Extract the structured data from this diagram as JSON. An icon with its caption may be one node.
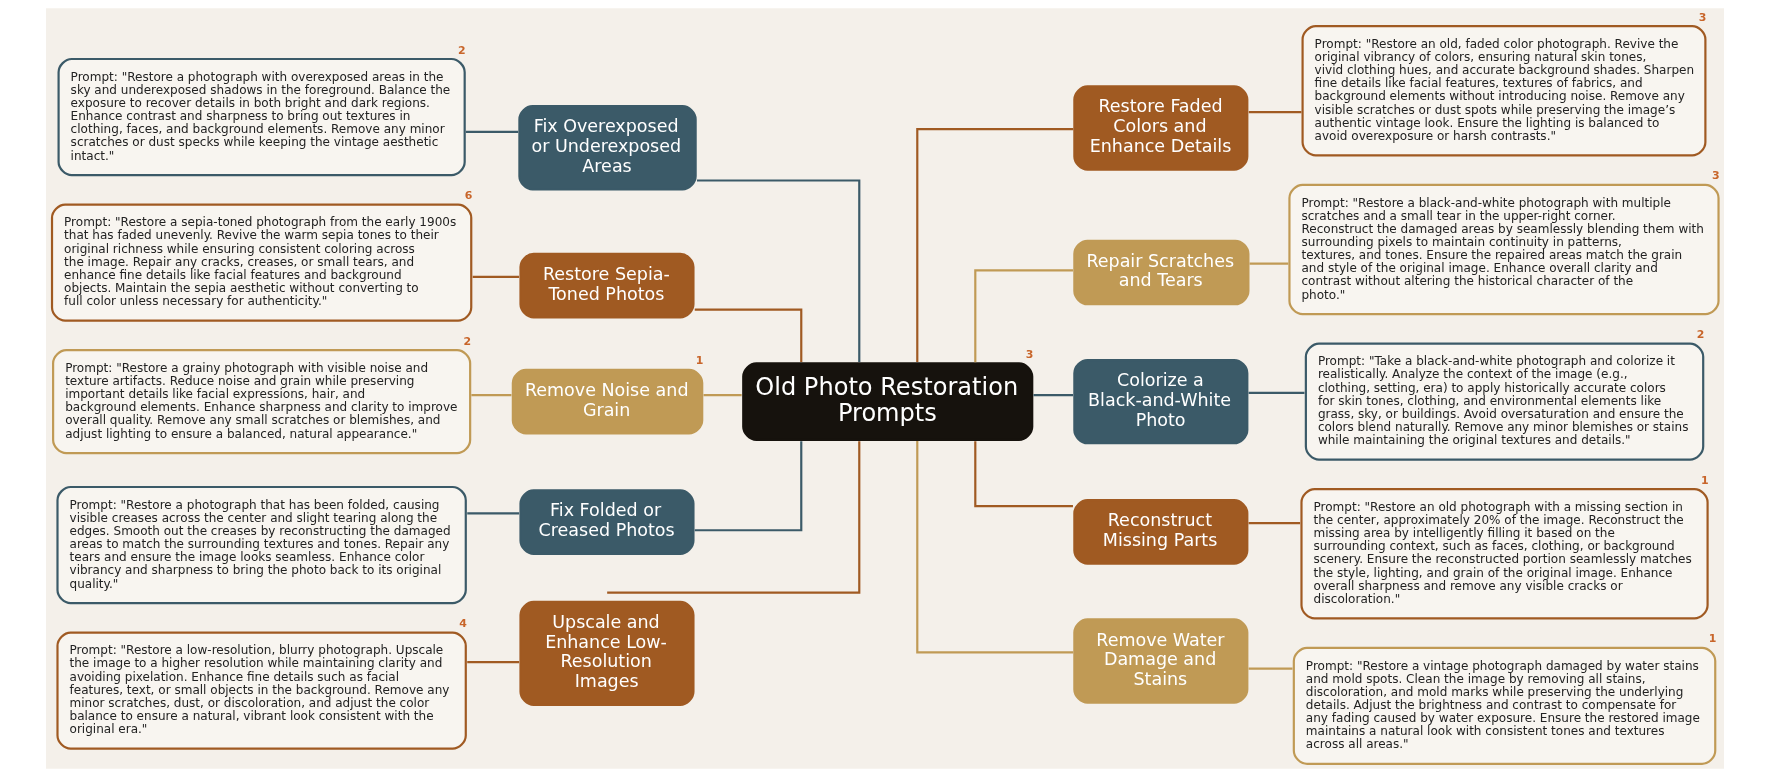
{
  "diagram": {
    "nodes": [
      {
        "text": [
          "Old Photo Restoration Prompts"
        ],
        "beside": [
          "3"
        ]
      },
      {
        "text": [
          "Fix Overexposed or Underexposed Areas"
        ]
      },
      {
        "text": [
          "Restore Sepia-Toned Photos"
        ]
      },
      {
        "text": [
          "Remove Noise and Grain"
        ],
        "beside": [
          "1"
        ]
      },
      {
        "text": [
          "Fix Folded or Creased Photos"
        ]
      },
      {
        "text": [
          "Upscale and Enhance Low-Resolution Images"
        ]
      },
      {
        "text": [
          "Prompt: \"Restore a photograph with overexposed areas in the sky and underexposed shadows in the foreground. Balance the exposure to recover details in both bright and dark regions. Enhance contrast and sharpness to bring out textures in clothing, faces, and background elements. Remove any minor scratches or dust specks while keeping the vintage aesthetic intact.\""
        ],
        "beside": [
          "2"
        ]
      },
      {
        "text": [
          "Prompt: \"Restore a sepia-toned photograph from the early 1900s that has faded unevenly. Revive the warm sepia tones to their original richness while ensuring consistent coloring across the image. Repair any cracks, creases, or small tears, and enhance fine details like facial features and background objects. Maintain the sepia aesthetic without converting to full color unless necessary for authenticity.\""
        ],
        "beside": [
          "6"
        ]
      },
      {
        "text": [
          "Prompt: \"Restore a grainy photograph with visible noise and texture artifacts. Reduce noise and grain while preserving important details like facial expressions, hair, and background elements. Enhance sharpness and clarity to improve overall quality. Remove any small scratches or blemishes, and adjust lighting to ensure a balanced, natural appearance.\""
        ],
        "beside": [
          "2"
        ]
      },
      {
        "text": [
          "Prompt: \"Restore a photograph that has been folded, causing visible creases across the center and slight tearing along the edges. Smooth out the creases by reconstructing the damaged areas to match the surrounding textures and tones. Repair any tears and ensure the image looks seamless. Enhance color vibrancy and sharpness to bring the photo back to its original quality.\""
        ]
      },
      {
        "text": [
          "Prompt: \"Restore a low-resolution, blurry photograph. Upscale the image to a higher resolution while maintaining clarity and avoiding pixelation. Enhance fine details such as facial features, text, or small objects in the background. Remove any minor scratches, dust, or discoloration, and adjust the color balance to ensure a natural, vibrant look consistent with the original era.\""
        ],
        "beside": [
          "4"
        ]
      },
      {
        "text": [
          "Restore Faded Colors and Enhance Details"
        ]
      },
      {
        "text": [
          "Repair Scratches and Tears"
        ]
      },
      {
        "text": [
          "Colorize a Black-and-White Photo"
        ]
      },
      {
        "text": [
          "Reconstruct Missing Parts"
        ]
      },
      {
        "text": [
          "Remove Water Damage and Stains"
        ]
      },
      {
        "text": [
          "Prompt: \"Restore an old, faded color photograph. Revive the original vibrancy of colors, ensuring natural skin tones, vivid clothing hues, and accurate background shades. Sharpen fine details like facial features, textures of fabrics, and background elements without introducing noise. Remove any visible scratches or dust spots while preserving the image’s authentic vintage look. Ensure the lighting is balanced to avoid overexposure or harsh contrasts.\""
        ],
        "beside": [
          "3"
        ]
      },
      {
        "text": [
          "Prompt: \"Restore a black-and-white photograph with multiple scratches and a small tear in the upper-right corner. Reconstruct the damaged areas by seamlessly blending them with surrounding pixels to maintain continuity in patterns, textures, and tones. Ensure the repaired areas match the grain and style of the original image. Enhance overall clarity and contrast without altering the historical character of the photo.\""
        ],
        "beside": [
          "3"
        ]
      },
      {
        "text": [
          "Prompt: \"Take a black-and-white photograph and colorize it realistically. Analyze the context of the image (e.g., clothing, setting, era) to apply historically accurate colors for skin tones, clothing, and environmental elements like grass, sky, or buildings. Avoid oversaturation and ensure the colors blend naturally. Remove any minor blemishes or stains while maintaining the original textures and details.\""
        ],
        "beside": [
          "2"
        ]
      },
      {
        "text": [
          "Prompt: \"Restore an old photograph with a missing section in the center, approximately 20% of the image. Reconstruct the missing area by intelligently filling it based on the surrounding context, such as faces, clothing, or background scenery. Ensure the reconstructed portion seamlessly matches the style, lighting, and grain of the original image. Enhance overall sharpness and remove any visible cracks or discoloration.\""
        ],
        "beside": [
          "1"
        ]
      },
      {
        "text": [
          "Prompt: \"Restore a vintage photograph damaged by water stains and mold spots. Clean the image by removing all stains, discoloration, and mold marks while preserving the underlying details. Adjust the brightness and contrast to compensate for any fading caused by water exposure. Ensure the restored image maintains a natural look with consistent tones and textures across all areas.\""
        ],
        "beside": [
          "1"
        ]
      }
    ],
    "edges": [
      {
        "from": 0,
        "to": 1,
        "arrow": "none",
        "color": "#3b5a68"
      },
      {
        "from": 0,
        "to": 2,
        "arrow": "none"
      },
      {
        "from": 0,
        "to": 3,
        "arrow": "none",
        "color": "#c09a55"
      },
      {
        "from": 0,
        "to": 4,
        "arrow": "none",
        "color": "#3b5a68"
      },
      {
        "from": 0,
        "to": 5,
        "arrow": "none"
      },
      {
        "from": 1,
        "to": 6,
        "arrow": "none",
        "color": "#3b5a68"
      },
      {
        "from": 2,
        "to": 7,
        "arrow": "none"
      },
      {
        "from": 3,
        "to": 8,
        "arrow": "none",
        "color": "#c09a55"
      },
      {
        "from": 4,
        "to": 9,
        "arrow": "none",
        "color": "#3b5a68"
      },
      {
        "from": 5,
        "to": 10,
        "arrow": "none"
      },
      {
        "from": 0,
        "to": 11,
        "arrow": "none"
      },
      {
        "from": 0,
        "to": 12,
        "arrow": "none",
        "color": "#c09a55"
      },
      {
        "from": 0,
        "to": 13,
        "arrow": "none",
        "color": "#3b5a68"
      },
      {
        "from": 0,
        "to": 14,
        "arrow": "none"
      },
      {
        "from": 0,
        "to": 15,
        "arrow": "none",
        "color": "#c09a55"
      },
      {
        "from": 11,
        "to": 16,
        "arrow": "none"
      },
      {
        "from": 12,
        "to": 17,
        "arrow": "none",
        "color": "#c09a55"
      },
      {
        "from": 13,
        "to": 18,
        "arrow": "none",
        "color": "#3b5a68"
      },
      {
        "from": 14,
        "to": 19,
        "arrow": "none"
      },
      {
        "from": 15,
        "to": 20,
        "arrow": "none",
        "color": "#c09a55"
      }
    ]
  }
}
